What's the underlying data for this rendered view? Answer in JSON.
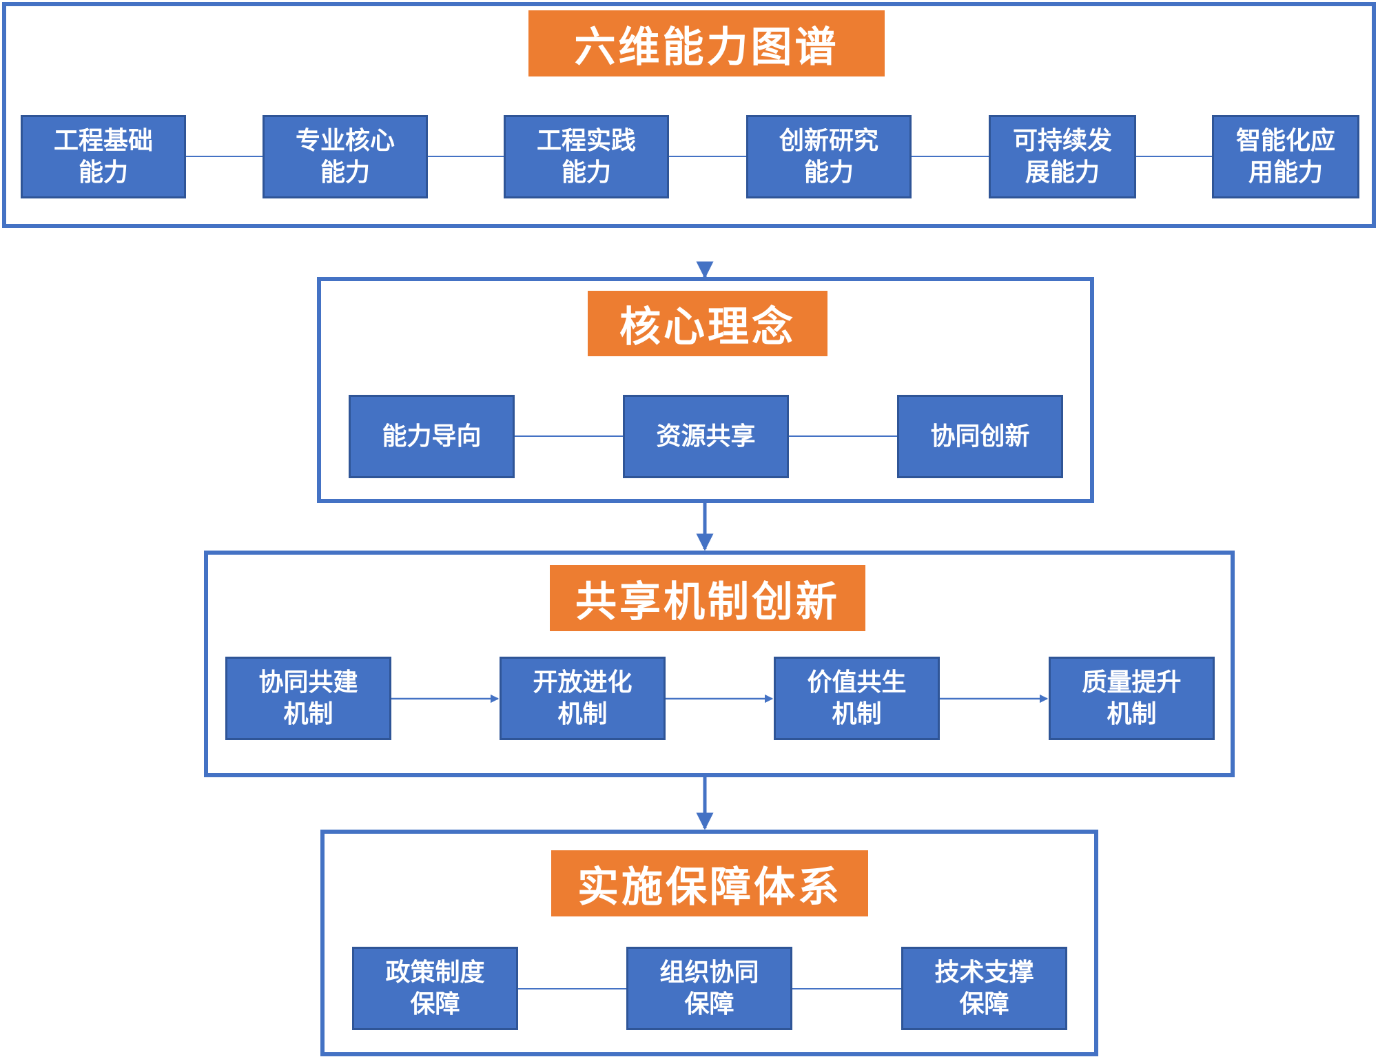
{
  "accent": "#ED7D31",
  "primary": "#4472C4",
  "sections": [
    {
      "title": "六维能力图谱",
      "items": [
        "工程基础\n能力",
        "专业核心\n能力",
        "工程实践\n能力",
        "创新研究\n能力",
        "可持续发\n展能力",
        "智能化应\n用能力"
      ]
    },
    {
      "title": "核心理念",
      "items": [
        "能力导向",
        "资源共享",
        "协同创新"
      ]
    },
    {
      "title": "共享机制创新",
      "items": [
        "协同共建\n机制",
        "开放进化\n机制",
        "价值共生\n机制",
        "质量提升\n机制"
      ]
    },
    {
      "title": "实施保障体系",
      "items": [
        "政策制度\n保障",
        "组织协同\n保障",
        "技术支撑\n保障"
      ]
    }
  ]
}
